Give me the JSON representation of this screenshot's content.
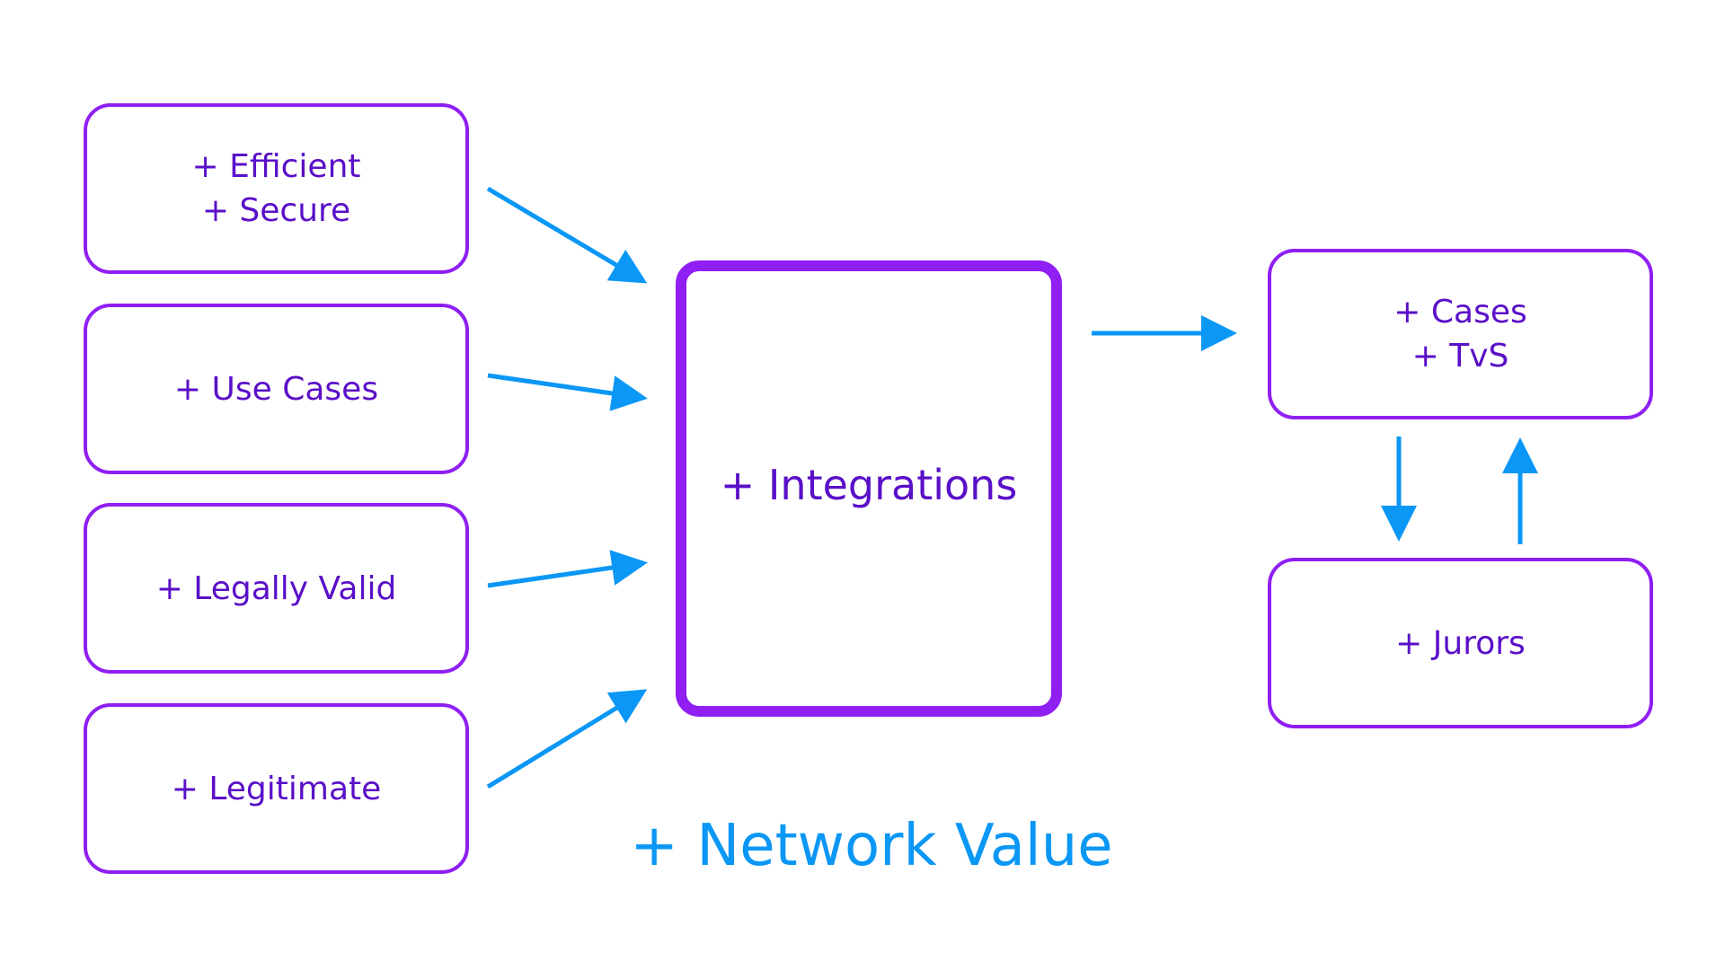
{
  "nodes": {
    "efficient_secure": [
      "+ Efficient",
      "+ Secure"
    ],
    "use_cases": [
      "+ Use Cases"
    ],
    "legally_valid": [
      "+ Legally Valid"
    ],
    "legitimate": [
      "+ Legitimate"
    ],
    "integrations": [
      "+ Integrations"
    ],
    "cases_tvs": [
      "+ Cases",
      "+ TvS"
    ],
    "jurors": [
      "+ Jurors"
    ]
  },
  "caption": "+ Network Value",
  "colors": {
    "box_border": "#8f1ff2",
    "box_text": "#5a0fc8",
    "arrow": "#0a97f5",
    "caption": "#0a97f5"
  }
}
